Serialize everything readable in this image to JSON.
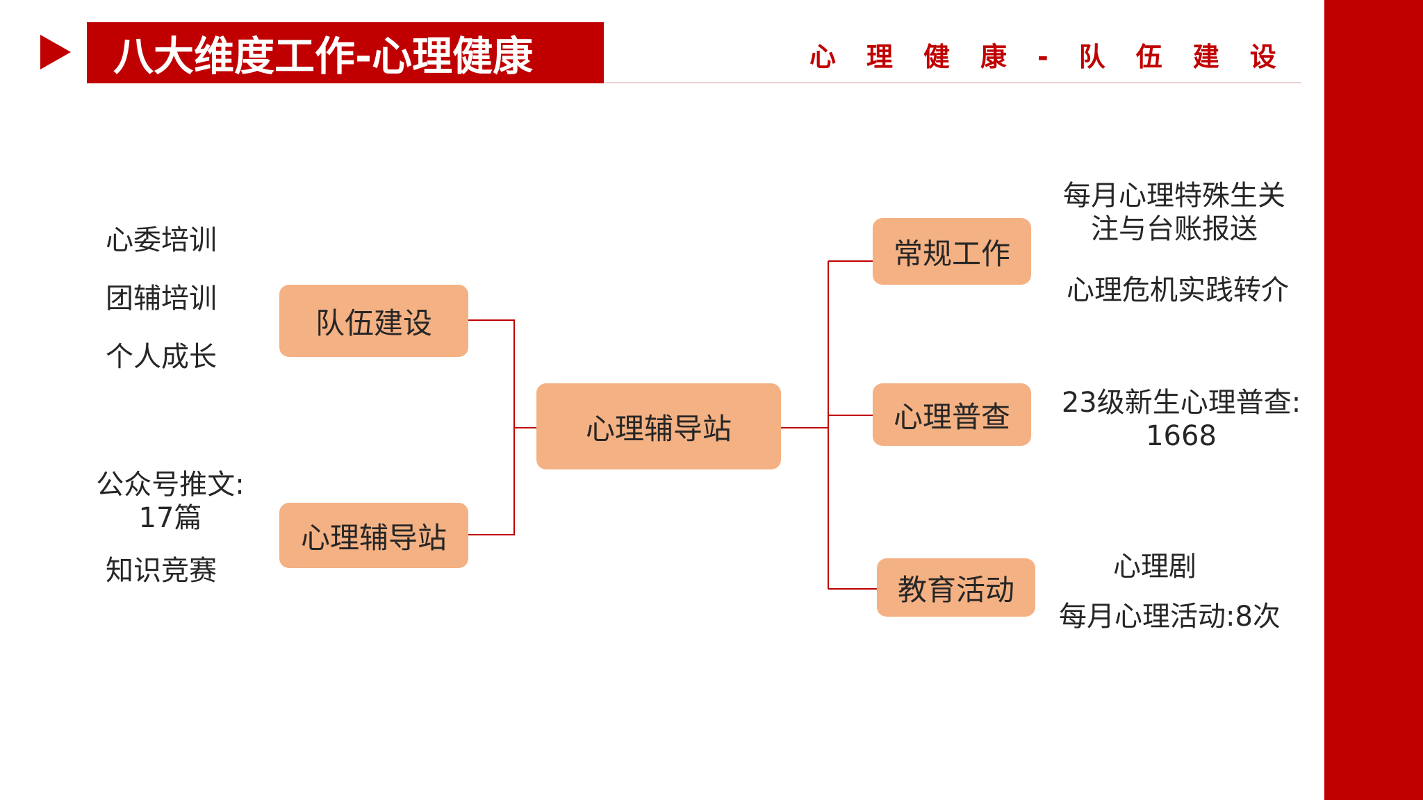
{
  "header": {
    "title": "八大维度工作-心理健康",
    "subtitle": "心理健康-队伍建设"
  },
  "colors": {
    "accent": "#c00000",
    "node_fill": "#f4b183"
  },
  "diagram": {
    "center": "心理辅导站",
    "left_nodes": {
      "team": "队伍建设",
      "station": "心理辅导站"
    },
    "right_nodes": {
      "routine": "常规工作",
      "survey": "心理普查",
      "education": "教育活动"
    },
    "left_labels": {
      "team": [
        "心委培训",
        "团辅培训",
        "个人成长"
      ],
      "station": {
        "articles_line1": "公众号推文:",
        "articles_line2": "17篇",
        "quiz": "知识竞赛"
      }
    },
    "right_labels": {
      "routine": {
        "line1": "每月心理特殊生关",
        "line2": "注与台账报送",
        "line3": "心理危机实践转介"
      },
      "survey": {
        "line1": "23级新生心理普查:",
        "line2": "1668"
      },
      "education": {
        "line1": "心理剧",
        "line2": "每月心理活动:8次"
      }
    }
  }
}
